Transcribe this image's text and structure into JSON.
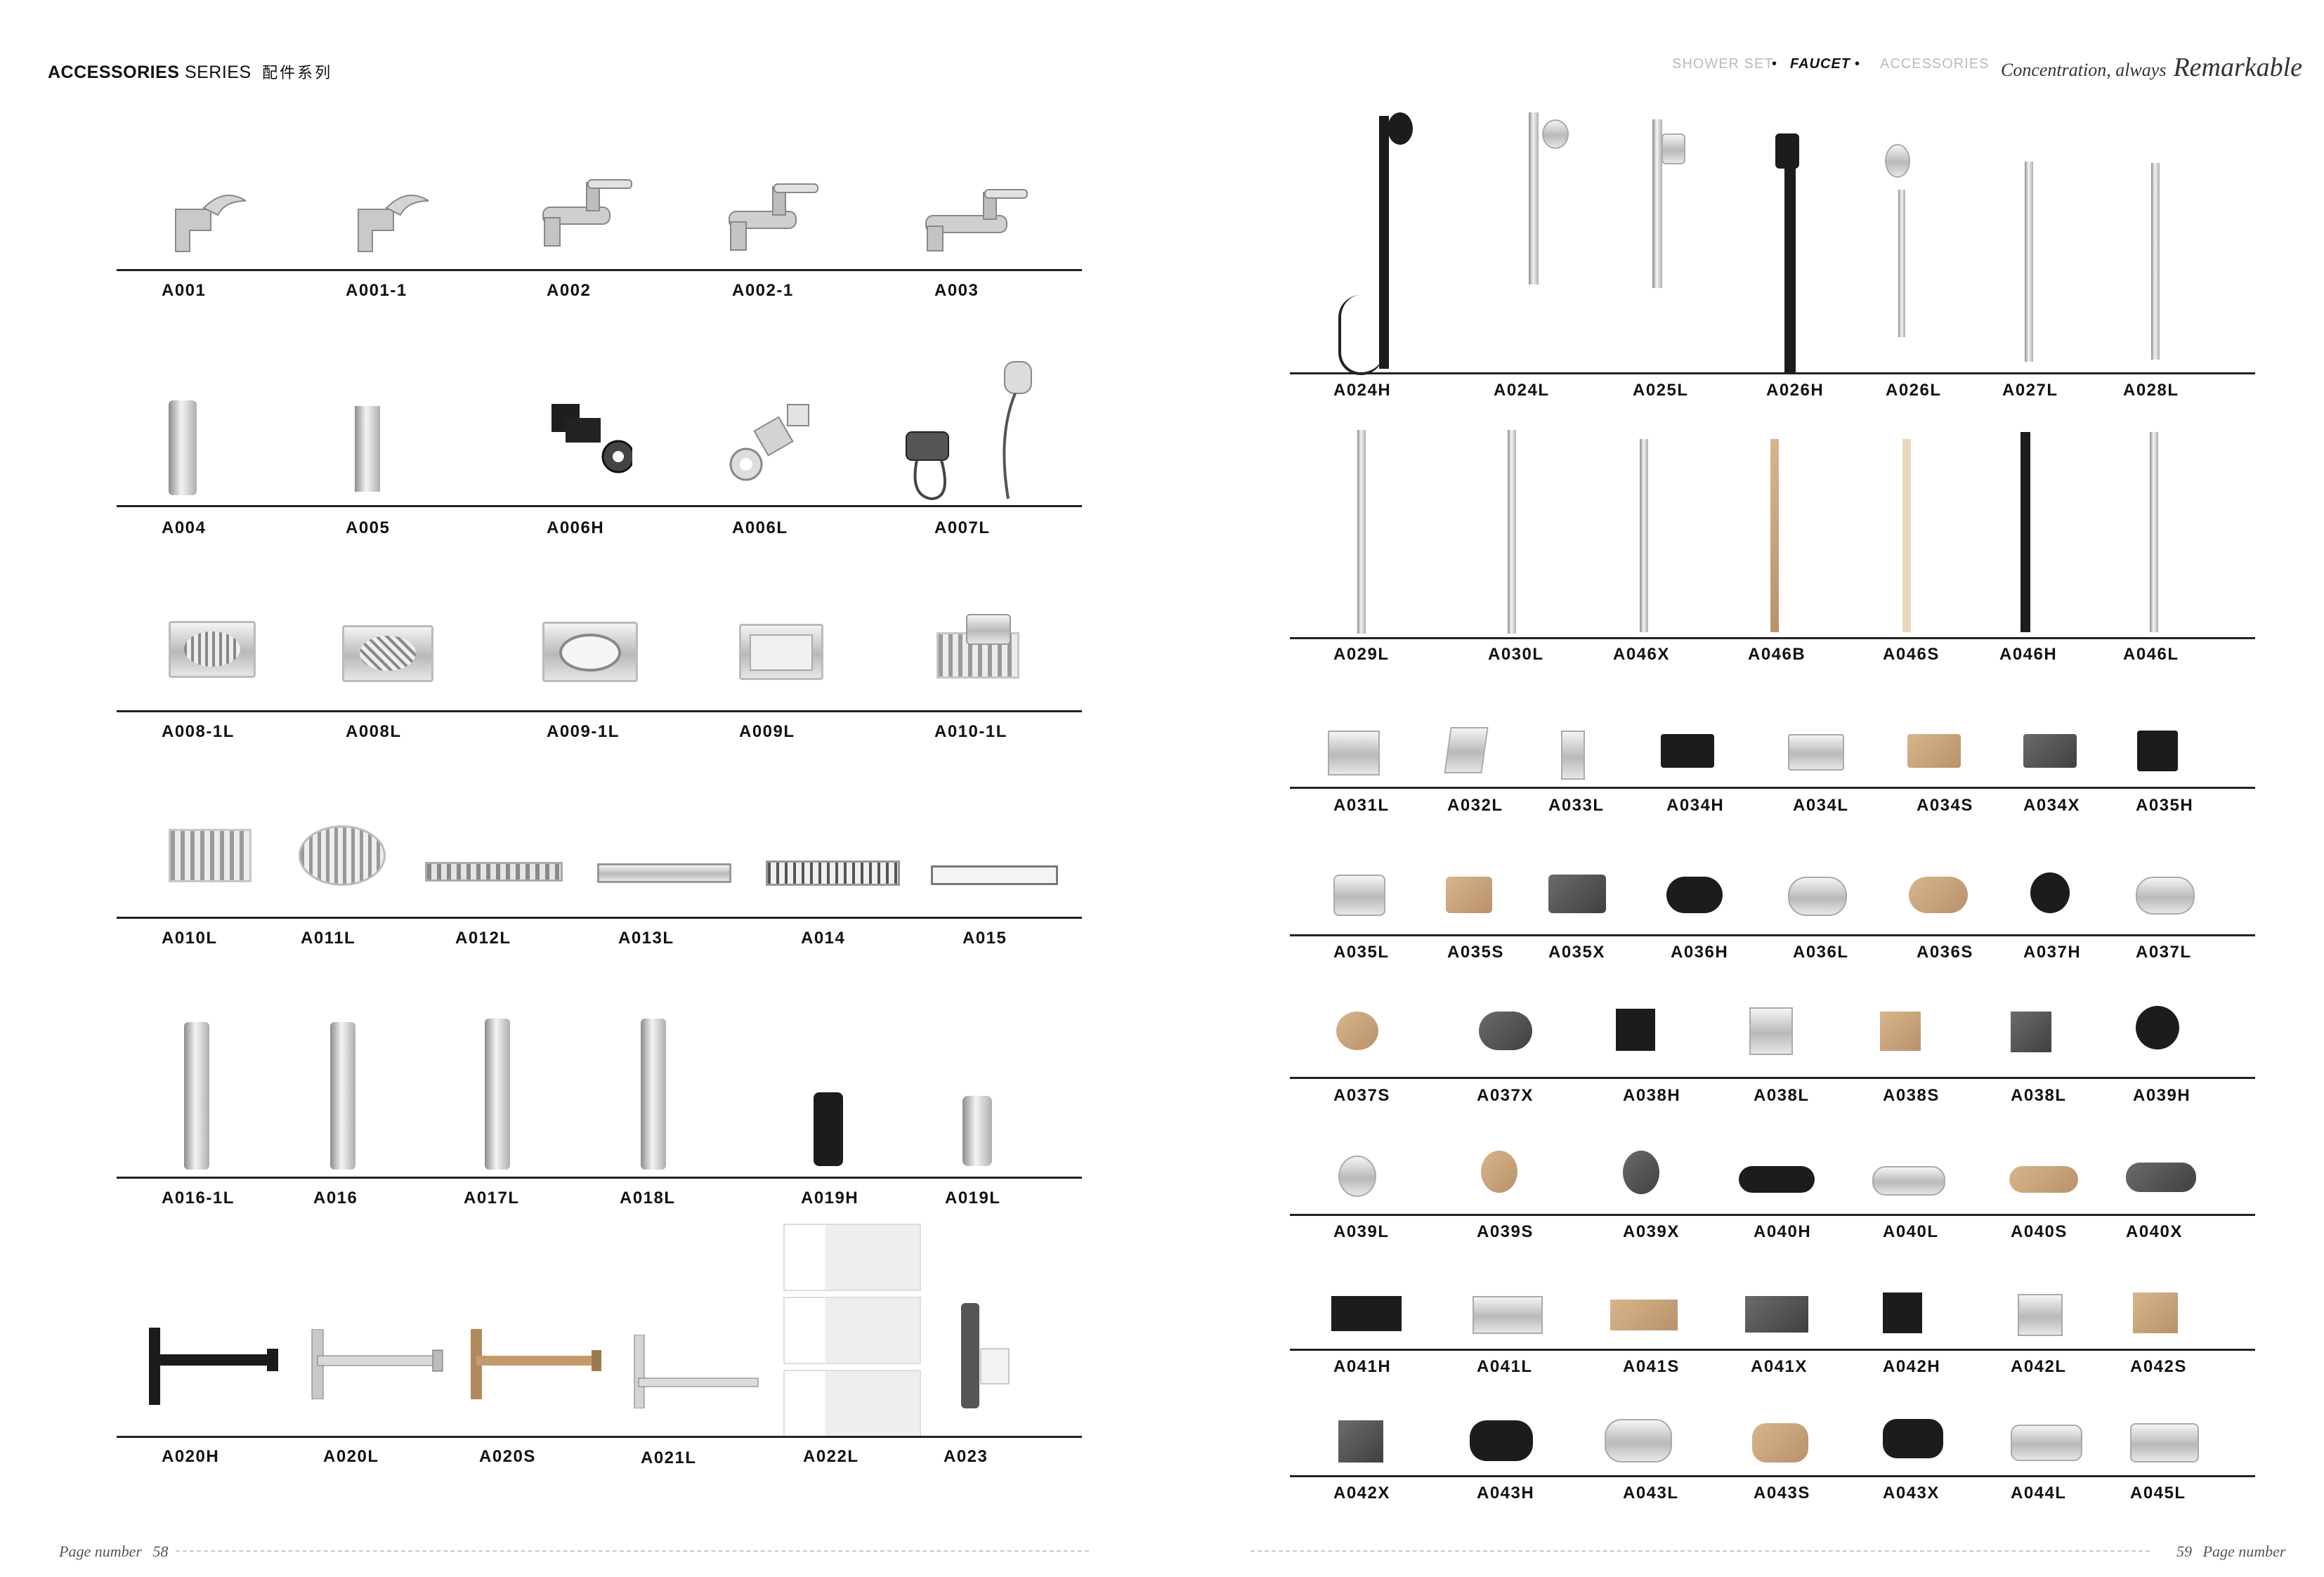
{
  "left_page": {
    "header": {
      "series_bold": "ACCESSORIES",
      "series_light": "SERIES",
      "series_cn": "配件系列"
    },
    "rows": [
      {
        "items": [
          "A001",
          "A001-1",
          "A002",
          "A002-1",
          "A003"
        ]
      },
      {
        "items": [
          "A004",
          "A005",
          "A006H",
          "A006L",
          "A007L"
        ]
      },
      {
        "items": [
          "A008-1L",
          "A008L",
          "A009-1L",
          "A009L",
          "A010-1L"
        ]
      },
      {
        "items": [
          "A010L",
          "A011L",
          "A012L",
          "A013L",
          "A014",
          "A015"
        ]
      },
      {
        "items": [
          "A016-1L",
          "A016",
          "A017L",
          "A018L",
          "A019H",
          "A019L"
        ]
      },
      {
        "items": [
          "A020H",
          "A020L",
          "A020S",
          "A021L",
          "A022L",
          "A023"
        ]
      }
    ],
    "footer": {
      "label": "Page number",
      "number": "58"
    }
  },
  "right_page": {
    "nav": {
      "item1": "SHOWER SET",
      "item2": "FAUCET",
      "item3": "ACCESSORIES",
      "separator": "•"
    },
    "slogan": {
      "part1": "Concentration, always",
      "part2": "Remarkable"
    },
    "rows": [
      {
        "items": [
          "A024H",
          "A024L",
          "A025L",
          "A026H",
          "A026L",
          "A027L",
          "A028L"
        ]
      },
      {
        "items": [
          "A029L",
          "A030L",
          "A046X",
          "A046B",
          "A046S",
          "A046H",
          "A046L"
        ]
      },
      {
        "items": [
          "A031L",
          "A032L",
          "A033L",
          "A034H",
          "A034L",
          "A034S",
          "A034X",
          "A035H"
        ]
      },
      {
        "items": [
          "A035L",
          "A035S",
          "A035X",
          "A036H",
          "A036L",
          "A036S",
          "A037H",
          "A037L"
        ]
      },
      {
        "items": [
          "A037S",
          "A037X",
          "A038H",
          "A038L",
          "A038S",
          "A038L",
          "A039H"
        ]
      },
      {
        "items": [
          "A039L",
          "A039S",
          "A039X",
          "A040H",
          "A040L",
          "A040S",
          "A040X"
        ]
      },
      {
        "items": [
          "A041H",
          "A041L",
          "A041S",
          "A041X",
          "A042H",
          "A042L",
          "A042S"
        ]
      },
      {
        "items": [
          "A042X",
          "A043H",
          "A043L",
          "A043S",
          "A043X",
          "A044L",
          "A045L"
        ]
      }
    ],
    "footer": {
      "label": "Page number",
      "number": "59"
    }
  },
  "colors": {
    "rule": "#222222",
    "nav_inactive": "#bbbbbb",
    "dashed": "#c8c8c8"
  }
}
